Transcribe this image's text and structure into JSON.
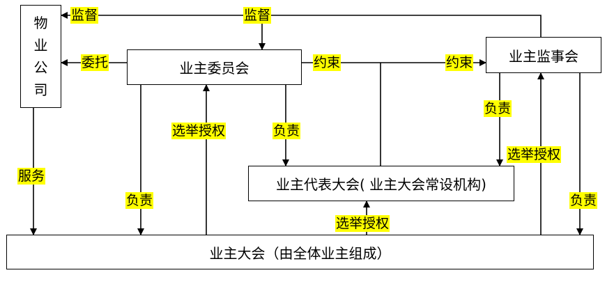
{
  "nodes": {
    "property_company": "物业公司",
    "owners_committee": "业主委员会",
    "owners_supervisory_board": "业主监事会",
    "owners_representative_assembly": "业主代表大会( 业主大会常设机构)",
    "owners_general_assembly": "业主大会（由全体业主组成）"
  },
  "edge_labels": {
    "supervise_top_left": "监督",
    "supervise_top_mid": "监督",
    "entrust": "委托",
    "constrain_left": "约束",
    "constrain_right": "约束",
    "services": "服务",
    "elect_authorize_committee": "选举授权",
    "responsible_committee_to_rep": "负责",
    "responsible_committee_to_assembly": "负责",
    "responsible_board_to_rep": "负责",
    "elect_authorize_board": "选举授权",
    "elect_authorize_rep": "选举授权",
    "responsible_board_to_assembly": "负责"
  },
  "colors": {
    "label_highlight": "#ffff00",
    "line": "#000000"
  }
}
